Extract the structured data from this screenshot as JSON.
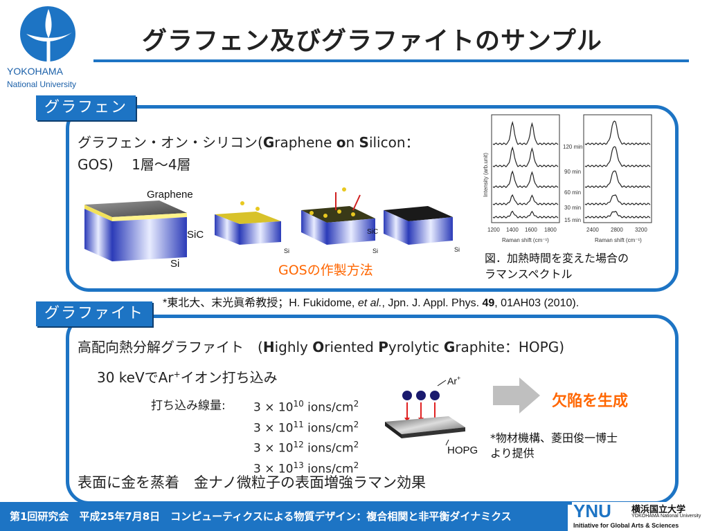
{
  "slide": {
    "title": "グラフェン及びグラファイトのサンプル"
  },
  "logo": {
    "line1": "YOKOHAMA",
    "line2": "National University"
  },
  "graphene": {
    "tag": "グラフェン",
    "desc_prefix": "グラフェン・オン・シリコン(",
    "g": "G",
    "g_rest": "raphene ",
    "o": "o",
    "o_rest": "n ",
    "s": "S",
    "s_rest": "ilicon：",
    "desc_line2": "GOS)　 1層〜4層",
    "diagram_labels": {
      "graphene": "Graphene",
      "sic": "SiC",
      "si": "Si",
      "sic2": "SiC",
      "si2": "Si",
      "si3": "Si",
      "si4": "Si"
    },
    "gos_caption_prefix": "GOS",
    "gos_caption_rest": "の作製方法",
    "raman_caption_1": "図．加熱時間を変えた場合の",
    "raman_caption_2": "ラマンスペクトル",
    "raman_left": {
      "y_label": "Intensity (arb.unit)",
      "x_label": "Raman shift (cm⁻¹)",
      "x_ticks": [
        "1200",
        "1400",
        "1600",
        "1800"
      ]
    },
    "raman_right": {
      "x_label": "Raman shift (cm⁻¹)",
      "x_ticks": [
        "2400",
        "2800",
        "3200"
      ],
      "traces": [
        "120 min",
        "90 min",
        "60 min",
        "30 min",
        "15 min"
      ]
    },
    "reference": {
      "pre": "*東北大、末光眞希教授；H. Fukidome, ",
      "etal": "et al.",
      "mid": ", Jpn. J. Appl. Phys. ",
      "vol": "49",
      "post": ", 01AH03 (2010)."
    }
  },
  "graphite": {
    "tag": "グラファイト",
    "line1_prefix": "高配向熱分解グラファイト　(",
    "h": "H",
    "h_rest": "ighly ",
    "o": "O",
    "o_rest": "riented ",
    "p": "P",
    "p_rest": "yrolytic ",
    "g": "G",
    "g_rest": "raphite：HOPG)",
    "implant_prefix": "30 keVでAr",
    "implant_sup": "+",
    "implant_suffix": "イオン打ち込み",
    "dose_label": "打ち込み線量:",
    "doses": [
      {
        "base": "3 × 10",
        "exp": "10",
        "unit": " ions/cm",
        "unit_exp": "2"
      },
      {
        "base": "3 × 10",
        "exp": "11",
        "unit": " ions/cm",
        "unit_exp": "2"
      },
      {
        "base": "3 × 10",
        "exp": "12",
        "unit": " ions/cm",
        "unit_exp": "2"
      },
      {
        "base": "3 × 10",
        "exp": "13",
        "unit": " ions/cm",
        "unit_exp": "2"
      }
    ],
    "ar_label": "Ar",
    "ar_sup": "+",
    "hopg_label": "HOPG",
    "result": "欠陥を生成",
    "provider_1": "*物材機構、菱田俊一博士",
    "provider_2": "より提供",
    "bottom": "表面に金を蒸着　金ナノ微粒子の表面増強ラマン効果"
  },
  "footer": {
    "text": "第1回研究会　平成25年7月8日　コンピューティクスによる物質デザイン：複合相関と非平衡ダイナミクス",
    "ynu": "YNU",
    "ynu_jp": "横浜国立大学",
    "ynu_en": "YOKOHAMA National University",
    "initiative": "Initiative for Global Arts & Sciences"
  },
  "colors": {
    "accent": "#1d74c4",
    "highlight": "#ff6600"
  }
}
